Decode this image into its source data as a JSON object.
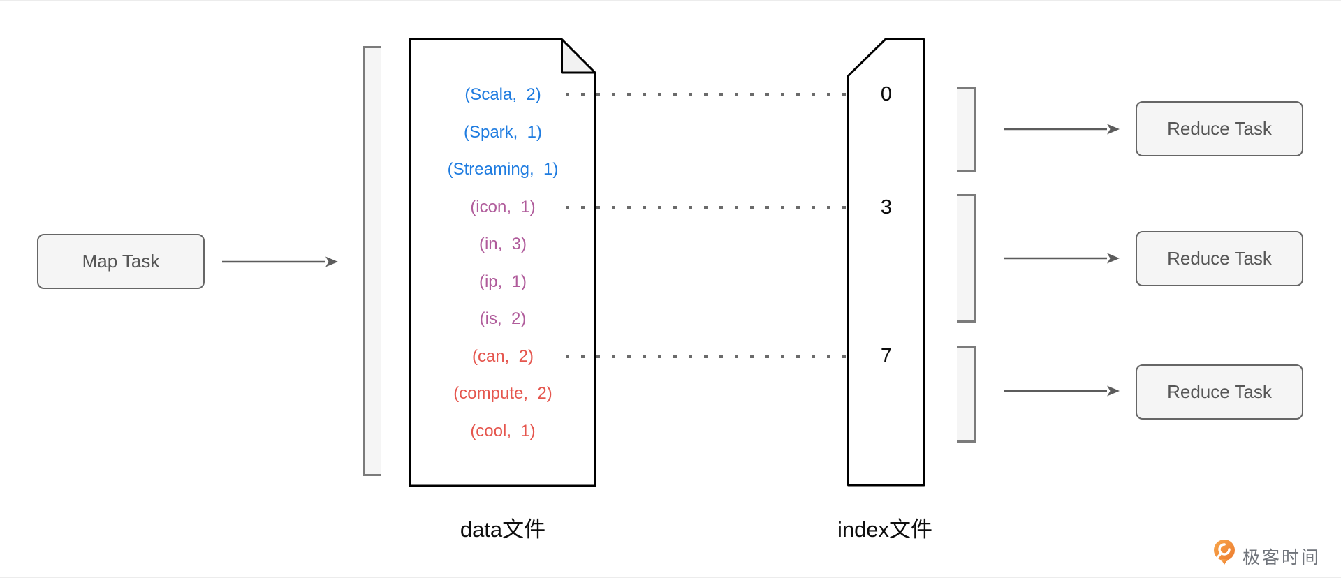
{
  "map_task": {
    "label": "Map Task"
  },
  "data_file": {
    "label": "data文件",
    "groups": [
      {
        "color": "#1F7CE0",
        "rows": [
          "(Scala,  2)",
          "(Spark,  1)",
          "(Streaming,  1)"
        ]
      },
      {
        "color": "#B05C9B",
        "rows": [
          "(icon,  1)",
          "(in,  3)",
          "(ip,  1)",
          "(is,  2)"
        ]
      },
      {
        "color": "#E5564E",
        "rows": [
          "(can,  2)",
          "(compute,  2)",
          "(cool,  1)"
        ]
      }
    ]
  },
  "index_file": {
    "label": "index文件",
    "offsets": [
      "0",
      "3",
      "7"
    ]
  },
  "reduce_tasks": [
    {
      "label": "Reduce Task"
    },
    {
      "label": "Reduce Task"
    },
    {
      "label": "Reduce Task"
    }
  ],
  "logo": {
    "text": "极客时间",
    "brand_orange": "#F28A33"
  },
  "colors": {
    "node_fill": "#F5F5F5",
    "node_border": "#666666",
    "connector": "#5C5C5C",
    "shape_outline": "#000000",
    "bracket_border": "#7B7B7B"
  }
}
